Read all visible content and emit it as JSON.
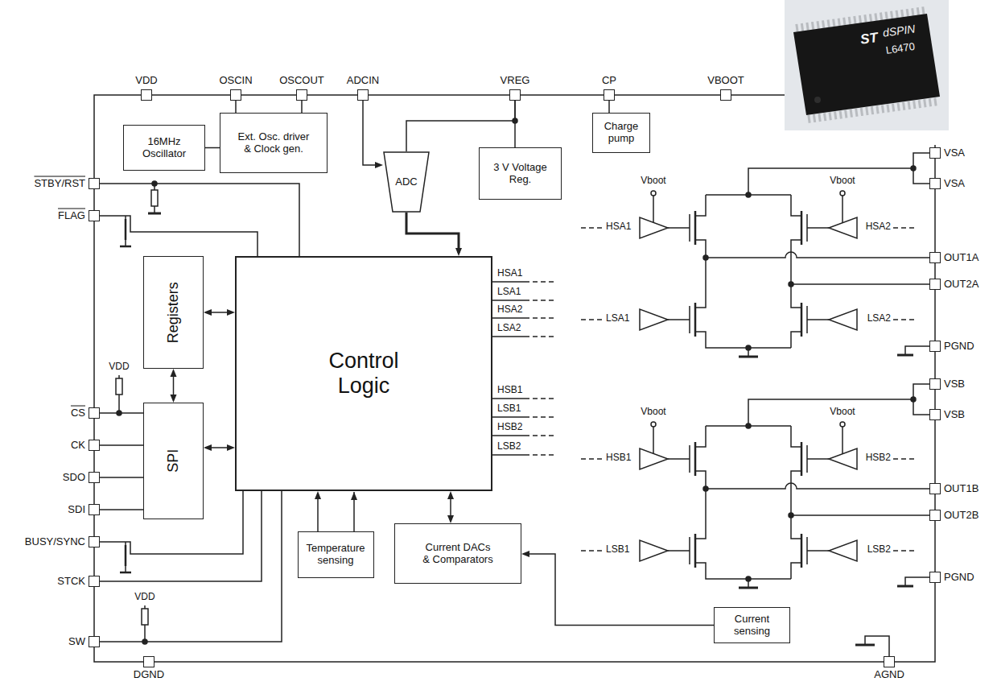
{
  "diagram": {
    "nodes": [
      {
        "text": [
          "VDD"
        ]
      },
      {
        "text": [
          "OSCIN"
        ]
      },
      {
        "text": [
          "OSCOUT"
        ]
      },
      {
        "text": [
          "ADCIN"
        ]
      },
      {
        "text": [
          "VREG"
        ]
      },
      {
        "text": [
          "CP"
        ]
      },
      {
        "text": [
          "VBOOT"
        ]
      },
      {
        "text": [
          "16MHz Oscillator"
        ]
      },
      {
        "text": [
          "Ext. Osc. driver & Clock gen."
        ]
      },
      {
        "text": [
          "Charge pump"
        ]
      },
      {
        "text": [
          "3 V Voltage Reg."
        ]
      },
      {
        "text": [
          "ADC"
        ]
      },
      {
        "text": [
          "VSA"
        ]
      },
      {
        "text": [
          "VSA"
        ]
      },
      {
        "text": [
          "STBY/RST"
        ]
      },
      {
        "text": [
          "FLAG"
        ]
      },
      {
        "text": [
          "OUT1A"
        ]
      },
      {
        "text": [
          "OUT2A"
        ]
      },
      {
        "text": [
          "Registers"
        ]
      },
      {
        "text": [
          "Control Logic"
        ]
      },
      {
        "text": [
          "PGND"
        ]
      },
      {
        "text": [
          "VSB"
        ]
      },
      {
        "text": [
          "VSB"
        ]
      },
      {
        "text": [
          "SPI"
        ]
      },
      {
        "text": [
          "CS"
        ]
      },
      {
        "text": [
          "CK"
        ]
      },
      {
        "text": [
          "SDO"
        ]
      },
      {
        "text": [
          "SDI"
        ]
      },
      {
        "text": [
          "OUT1B"
        ]
      },
      {
        "text": [
          "OUT2B"
        ]
      },
      {
        "text": [
          "BUSY/SYNC"
        ]
      },
      {
        "text": [
          "Temperature sensing"
        ]
      },
      {
        "text": [
          "Current DACs & Comparators"
        ]
      },
      {
        "text": [
          "PGND"
        ]
      },
      {
        "text": [
          "STCK"
        ]
      },
      {
        "text": [
          "Current sensing"
        ]
      },
      {
        "text": [
          "SW"
        ]
      },
      {
        "text": [
          "DGND"
        ]
      },
      {
        "text": [
          "AGND"
        ]
      }
    ],
    "edges": [
      {
        "from": 1,
        "to": 8,
        "arrow": "none"
      },
      {
        "from": 2,
        "to": 8,
        "arrow": "none"
      },
      {
        "from": 7,
        "to": 8,
        "arrow": "none"
      },
      {
        "from": 3,
        "to": 11,
        "arrow": "to"
      },
      {
        "from": 4,
        "to": 10,
        "arrow": "none"
      },
      {
        "from": 4,
        "to": 11,
        "arrow": "none"
      },
      {
        "from": 11,
        "to": 19,
        "arrow": "to"
      },
      {
        "from": 5,
        "to": 9,
        "arrow": "none"
      },
      {
        "from": 14,
        "to": 19,
        "arrow": "none"
      },
      {
        "from": 15,
        "to": 19,
        "arrow": "none"
      },
      {
        "from": 18,
        "to": 19,
        "arrow": "both"
      },
      {
        "from": 18,
        "to": 23,
        "arrow": "both"
      },
      {
        "from": 23,
        "to": 19,
        "arrow": "both"
      },
      {
        "from": 24,
        "to": 23,
        "arrow": "none"
      },
      {
        "from": 25,
        "to": 23,
        "arrow": "none"
      },
      {
        "from": 26,
        "to": 23,
        "arrow": "none"
      },
      {
        "from": 27,
        "to": 23,
        "arrow": "none"
      },
      {
        "from": 30,
        "to": 19,
        "arrow": "none"
      },
      {
        "from": 31,
        "to": 19,
        "arrow": "to"
      },
      {
        "from": 32,
        "to": 19,
        "arrow": "both"
      },
      {
        "from": 34,
        "to": 19,
        "arrow": "none"
      },
      {
        "from": 35,
        "to": 32,
        "arrow": "to"
      },
      {
        "from": 36,
        "to": 19,
        "arrow": "none"
      }
    ],
    "labels": [
      "ST",
      "dSPIN",
      "L6470",
      "Vboot",
      "Vboot",
      "HSA1",
      "HSA2",
      "LSA1",
      "LSA2",
      "Vboot",
      "Vboot",
      "HSB1",
      "HSB2",
      "LSB1",
      "LSB2",
      "HSA1",
      "LSA1",
      "HSA2",
      "LSA2",
      "HSB1",
      "LSB1",
      "HSB2",
      "LSB2",
      "VDD",
      "VDD"
    ]
  }
}
